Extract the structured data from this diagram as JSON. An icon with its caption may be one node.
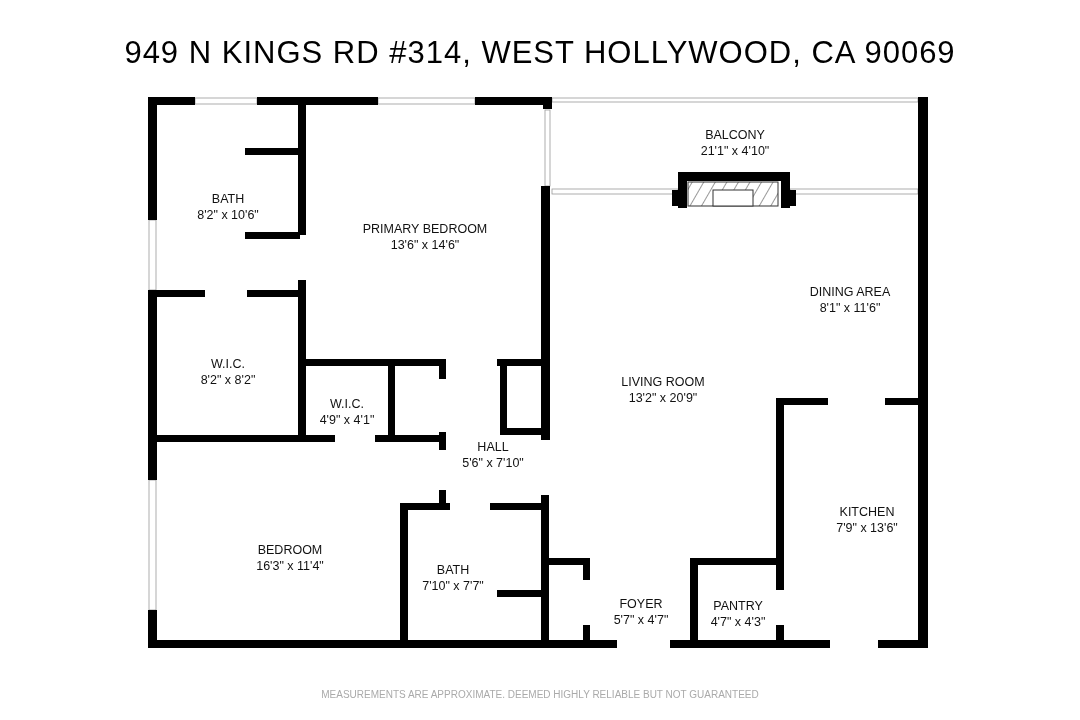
{
  "diagram": {
    "title": "949 N KINGS RD #314, WEST HOLLYWOOD, CA 90069",
    "caption": "MEASUREMENTS ARE APPROXIMATE. DEEMED HIGHLY RELIABLE BUT NOT GUARANTEED",
    "nodes": [
      {
        "text": [
          "BALCONY",
          "21'1\" x 4'10\""
        ]
      },
      {
        "text": [
          "BATH",
          "8'2\" x 10'6\""
        ]
      },
      {
        "text": [
          "PRIMARY BEDROOM",
          "13'6\" x 14'6\""
        ]
      },
      {
        "text": [
          "DINING AREA",
          "8'1\" x 11'6\""
        ]
      },
      {
        "text": [
          "W.I.C.",
          "8'2\" x 8'2\""
        ]
      },
      {
        "text": [
          "LIVING ROOM",
          "13'2\" x 20'9\""
        ]
      },
      {
        "text": [
          "W.I.C.",
          "4'9\" x 4'1\""
        ]
      },
      {
        "text": [
          "HALL",
          "5'6\" x 7'10\""
        ]
      },
      {
        "text": [
          "KITCHEN",
          "7'9\" x 13'6\""
        ]
      },
      {
        "text": [
          "BEDROOM",
          "16'3\" x 11'4\""
        ]
      },
      {
        "text": [
          "BATH",
          "7'10\" x 7'7\""
        ]
      },
      {
        "text": [
          "FOYER",
          "5'7\" x 4'7\""
        ]
      },
      {
        "text": [
          "PANTRY",
          "4'7\" x 4'3\""
        ]
      }
    ]
  }
}
